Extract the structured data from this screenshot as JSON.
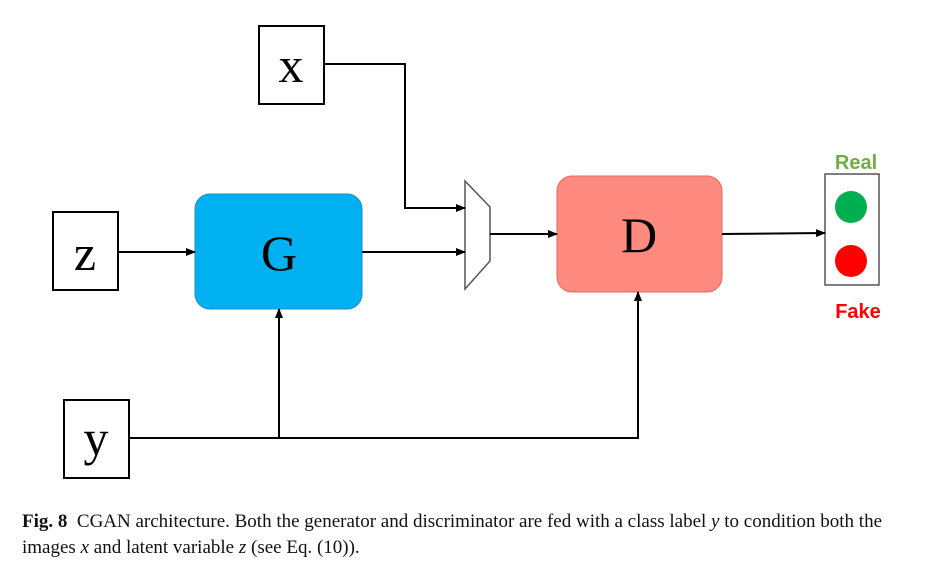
{
  "diagram": {
    "nodes": {
      "x": {
        "label": "x"
      },
      "z": {
        "label": "z"
      },
      "y": {
        "label": "y"
      },
      "generator": {
        "label": "G",
        "color": "#00B0F0"
      },
      "discriminator": {
        "label": "D",
        "color": "#FF8A80"
      }
    },
    "output": {
      "real_label": "Real",
      "fake_label": "Fake",
      "real_color": "#00B050",
      "fake_color": "#FF0000",
      "real_label_color": "#70AD47",
      "fake_label_color": "#FF0000"
    }
  },
  "caption": {
    "fig_label": "Fig. 8",
    "seg1": "CGAN architecture. Both the generator and discriminator are fed with a class label ",
    "var_y": "y",
    "seg2": " to condition both the images ",
    "var_x": "x",
    "seg3": " and latent variable ",
    "var_z": "z",
    "seg4": " (see Eq. (10))."
  }
}
